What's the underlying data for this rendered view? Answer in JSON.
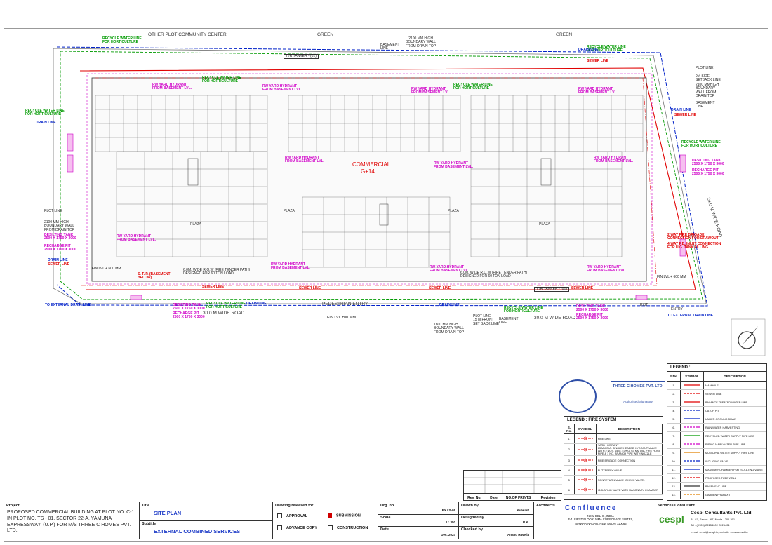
{
  "surroundings": {
    "other_plot": "OTHER PLOT  COMMUNITY CENTER",
    "green_1": "GREEN",
    "green_2": "GREEN",
    "boundary_wall_top": "2100 MM HIGH\nBOUNDARY WALL\nFROM DRAIN TOP",
    "basement_line_top": "BASEMENT\nLINE",
    "road_bottom_left": "30.0 M WIDE ROAD",
    "road_bottom_right": "30.0 M WIDE ROAD",
    "road_right": "24.0 M WIDE ROAD",
    "pedestrian_entry": "PEDESTRIAN ENTRY",
    "fin_lvl_bottom": "FIN LVL ±00 MM",
    "front_wall": "1800 MM HIGH\nBOUNDARY WALL\nFROM DRAIN TOP",
    "front_setback": "PLOT LINE\n15 M FRONT\nSET BACK LINE",
    "basement_line_bottom": "BASEMENT\nLINE",
    "fin_lvl_left": "FIN LVL + 600 MM",
    "fin_lvl_right": "FIN LVL + 600 MM",
    "plot_line_right": "PLOT LINE",
    "side_setback": "9M SIDE\nSETBACK LINE",
    "boundary_wall_right": "2100 MMHIGH\nBOUNDARY\nWALL FROM\nDRAIN TOP",
    "basement_line_right": "BASEMENT\nLINE",
    "plot_line_left": "PLOT LINE",
    "boundary_wall_left": "2100 MM HIGH\nBOUNDARY WALL\nFROM DRAIN TOP",
    "tanker_top": "T /R TANKER - (02)",
    "tanker_bottom": "T /R TANKER - (01)",
    "exit": "EXIT",
    "entry": "ENTRY",
    "fire_tender_path_top": "6.0M. WIDE R.O.W (FIRE TENDER PATH)\nDESIGNED FOR 60 TON LOAD",
    "fire_tender_path_bottom": "6.0M. WIDE R.O.W (FIRE TENDER PATH)\nDESIGNED FOR 60 TON LOAD"
  },
  "building": {
    "name": "COMMERCIAL",
    "floors": "G+14",
    "plaza_1": "PLAZA",
    "plaza_2": "PLAZA",
    "plaza_3": "PLAZA",
    "plaza_4": "PLAZA"
  },
  "services_labels": {
    "recycle": "RECYCLE WATER LINE\nFOR HORTICULTURE",
    "hydrant": "RW YARD HYDRANT\nFROM BASEMENT LVL.",
    "sewer": "SEWER LINE",
    "drain": "DRAIN LINE",
    "drain_external": "TO EXTERNAL DRAIN LINE",
    "desilting": "DESILTING TANK\n2500 X 1750 X 3000",
    "recharge": "RECHARGE PIT\n2500 X 1750 X 3000",
    "fire_brigade": "2-WAY FIRE BRIGADE\nCONNECTION FOR DRAWOUT",
    "fb_inlet": "4-WAY F.B. INLET CONNECTION\nFOR U.G. TANK FILLING",
    "stp": "S. T. P. (BASEMENT\nBELOW)"
  },
  "legend_utility": {
    "title": "LEGEND :",
    "headers": [
      "S.No.",
      "SYMBOL",
      "DESCRIPTION"
    ],
    "rows": [
      {
        "no": "1.",
        "desc": "MANHOLE"
      },
      {
        "no": "2.",
        "desc": "SEWER LINE"
      },
      {
        "no": "3.",
        "desc": "BALANCE TREATED WATER LINE"
      },
      {
        "no": "4.",
        "desc": "CATCH PIT"
      },
      {
        "no": "5.",
        "desc": "UNDER GROUND DRAIN"
      },
      {
        "no": "6.",
        "desc": "RAIN WATER HARVESTING"
      },
      {
        "no": "7.",
        "desc": "RECYCLED WATER SUPPLY PIPE LINE"
      },
      {
        "no": "8.",
        "desc": "RISING MAIN WATER PIPE LINE"
      },
      {
        "no": "9.",
        "desc": "MUNICIPAL WATER SUPPLY PIPE LINE"
      },
      {
        "no": "10.",
        "desc": "ISOLATING VALVE"
      },
      {
        "no": "11.",
        "desc": "MASONRY CHAMBER FOR ISOLATING VALVE"
      },
      {
        "no": "12.",
        "desc": "PROPOSED TUBE WELL"
      },
      {
        "no": "13.",
        "desc": "BASEMENT LINE"
      },
      {
        "no": "14.",
        "desc": "GARDEN HYDRANT"
      }
    ]
  },
  "legend_fire": {
    "title": "LEGEND :  FIRE SYSTEM",
    "headers": [
      "S. No.",
      "SYMBOL",
      "DESCRIPTION"
    ],
    "rows": [
      {
        "no": "1.",
        "desc": "FIRE LINE"
      },
      {
        "no": "2",
        "desc": "YARD HYDRANT\n63 MM DIA. SINGLE HEADED HYDRANT VALVE\nWITH 2 NOS. 15 M. LONG, 63 MM DIA. FIRE HOSE\nPIPE & 1 NO. BRANCH PIPE WITH NOZZLE"
      },
      {
        "no": "3",
        "desc": "FIRE BRIGADE CONNECTION"
      },
      {
        "no": "4",
        "desc": "BUTTERFLY VALVE"
      },
      {
        "no": "5",
        "desc": "NONRETURN VALVE (CHECK VALVE)"
      },
      {
        "no": "6",
        "desc": "ISOLATING VALVE WITH MASONARY CHAMBER"
      }
    ]
  },
  "revision_table": {
    "headers": [
      "Rev. No.",
      "Date",
      "NO.OF PRINTS",
      "Revision"
    ]
  },
  "stamps": {
    "owner": "THREE C HOMES PVT. LTD.",
    "signatory": "Authorised Signatory"
  },
  "title_block": {
    "project_caption": "Project",
    "project": "PROPOSED COMMERCIAL BUILDING AT PLOT NO. C-1 IN PLOT NO. TS - 01, SECTOR 22-A, YAMUNA EXPRESSWAY, (U.P.) FOR  M/S THREE C HOMES PVT. LTD.",
    "title_caption": "Title",
    "title": "SITE PLAN",
    "subtitle_caption": "Subtitle",
    "subtitle": "EXTERNAL COMBINED SERVICES",
    "drawing_released_caption": "Drawing released for",
    "opt_approval": "APPROVAL",
    "opt_submission": "SUBMISSION",
    "opt_advance": "ADVANCE COPY",
    "opt_construction": "CONSTRUCTION",
    "drg_no_caption": "Drg. no.",
    "drg_no": "EX / S-05",
    "scale_caption": "Scale",
    "scale": "1 : 350",
    "date_caption": "Date",
    "date": "Dec. 2024",
    "drawn_by_caption": "Drawn by",
    "drawn_by": "Kulwant",
    "designed_by_caption": "Designed by",
    "designed_by": "R.K.",
    "checked_by_caption": "Checked by",
    "checked_by": "Anand Havelia",
    "architects_caption": "Architects",
    "architect_name": "Confluence",
    "architect_addr": "NEW DELHI , INDIA\nF-1, FIRST FLOOR, MMA CORPORATE SUITES,\nISHWAR NAGAR, NEW DELHI 110065",
    "consultant_caption": "Services Consultant",
    "consultant_logo": "cespl",
    "consultant_name": "Cespl Consultants  Pvt. Ltd.",
    "consultant_addr": "B - 87, Sector - 67, Noida - 201 301",
    "consultant_tel": "Tel : (0120) 2225400 / 2225401",
    "consultant_web": "e-mail :  mail@cespl.in,  website : www.cespl.in"
  },
  "colors": {
    "sewer": "#e00000",
    "drain": "#0020c8",
    "recycle": "#009a00",
    "hydrant": "#d000c8",
    "fire": "#e00000",
    "accent_blue": "#1e3cc8"
  }
}
